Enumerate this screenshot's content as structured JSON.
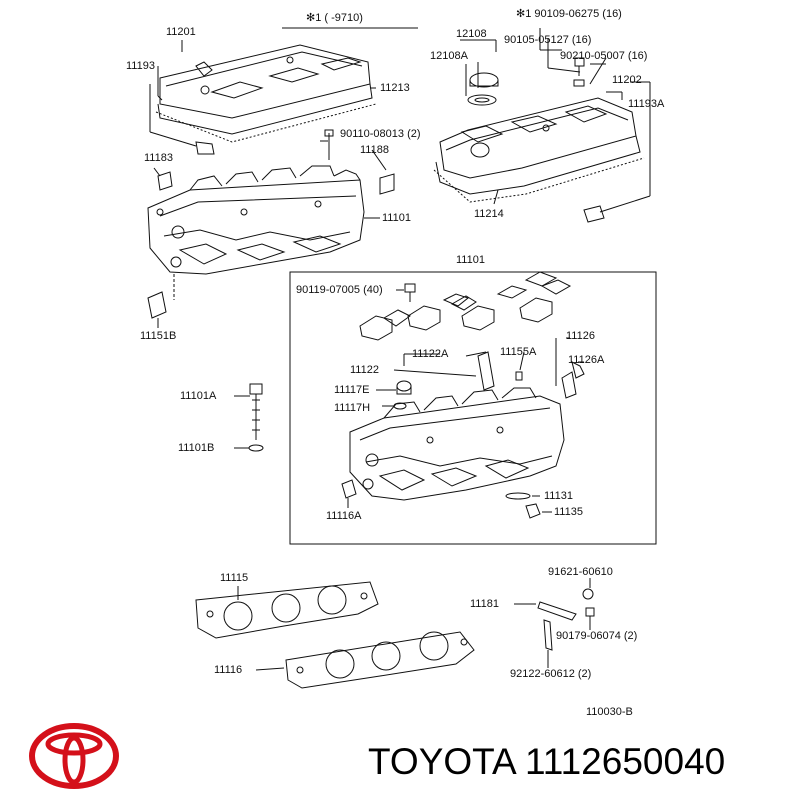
{
  "header": {
    "note": "✻1 (     -9710)",
    "note2": "✻1 90109-06275 (16)"
  },
  "labels": {
    "l11201": "11201",
    "l11193": "11193",
    "l11213": "11213",
    "l12108": "12108",
    "l12108A": "12108A",
    "l90105": "90105-05127 (16)",
    "l90210": "90210-05007 (16)",
    "l11202": "11202",
    "l11193A": "11193A",
    "l90110": "90110-08013 (2)",
    "l11188": "11188",
    "l11183": "11183",
    "l11101top": "11101",
    "l11214": "11214",
    "l11151B": "11151B",
    "l11101box": "11101",
    "l90119": "90119-07005 (40)",
    "l11126": "11126",
    "l11122A": "11122A",
    "l11155A": "11155A",
    "l11126A": "11126A",
    "l11122": "11122",
    "l11101A": "11101A",
    "l11117E": "11117E",
    "l11117H": "11117H",
    "l11101B": "11101B",
    "l11131": "11131",
    "l11116A": "11116A",
    "l11135": "11135",
    "l11115": "11115",
    "l91621": "91621-60610",
    "l11181": "11181",
    "l90179": "90179-06074 (2)",
    "l11116": "11116",
    "l92122": "92122-60612 (2)",
    "l110030": "110030-B"
  },
  "footer": {
    "brand": "TOYOTA 1112650040"
  }
}
